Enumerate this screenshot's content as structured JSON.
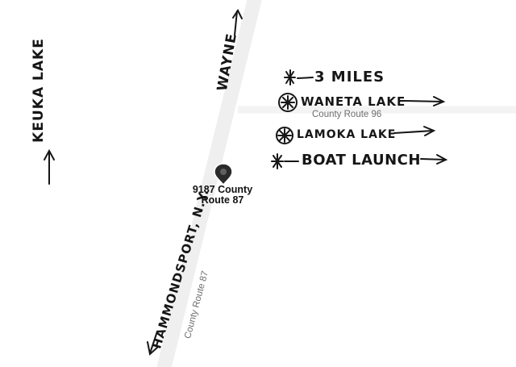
{
  "roads": {
    "wayne_label": "WAYNE",
    "hammondsport_label": "HAMMONDSPORT, N.Y.",
    "county_route_87_label": "County Route 87",
    "county_route_96_label": "County Route 96"
  },
  "lake_label": "KEUKA LAKE",
  "pin": {
    "line1": "9187 County",
    "line2": "Route 87"
  },
  "legend": [
    {
      "icon": "star-icon",
      "text": "3 MILES",
      "arrow": false
    },
    {
      "icon": "circled-star-icon",
      "text": "WANETA LAKE",
      "arrow": true
    },
    {
      "icon": "circled-star-icon",
      "text": "LAMOKA LAKE",
      "arrow": true
    },
    {
      "icon": "star-icon",
      "text": "BOAT LAUNCH",
      "arrow": true
    }
  ],
  "colors": {
    "ink": "#161616",
    "road": "#f2f2f2",
    "print_label": "#6e6e6e",
    "pin": "#2a2a2a"
  }
}
